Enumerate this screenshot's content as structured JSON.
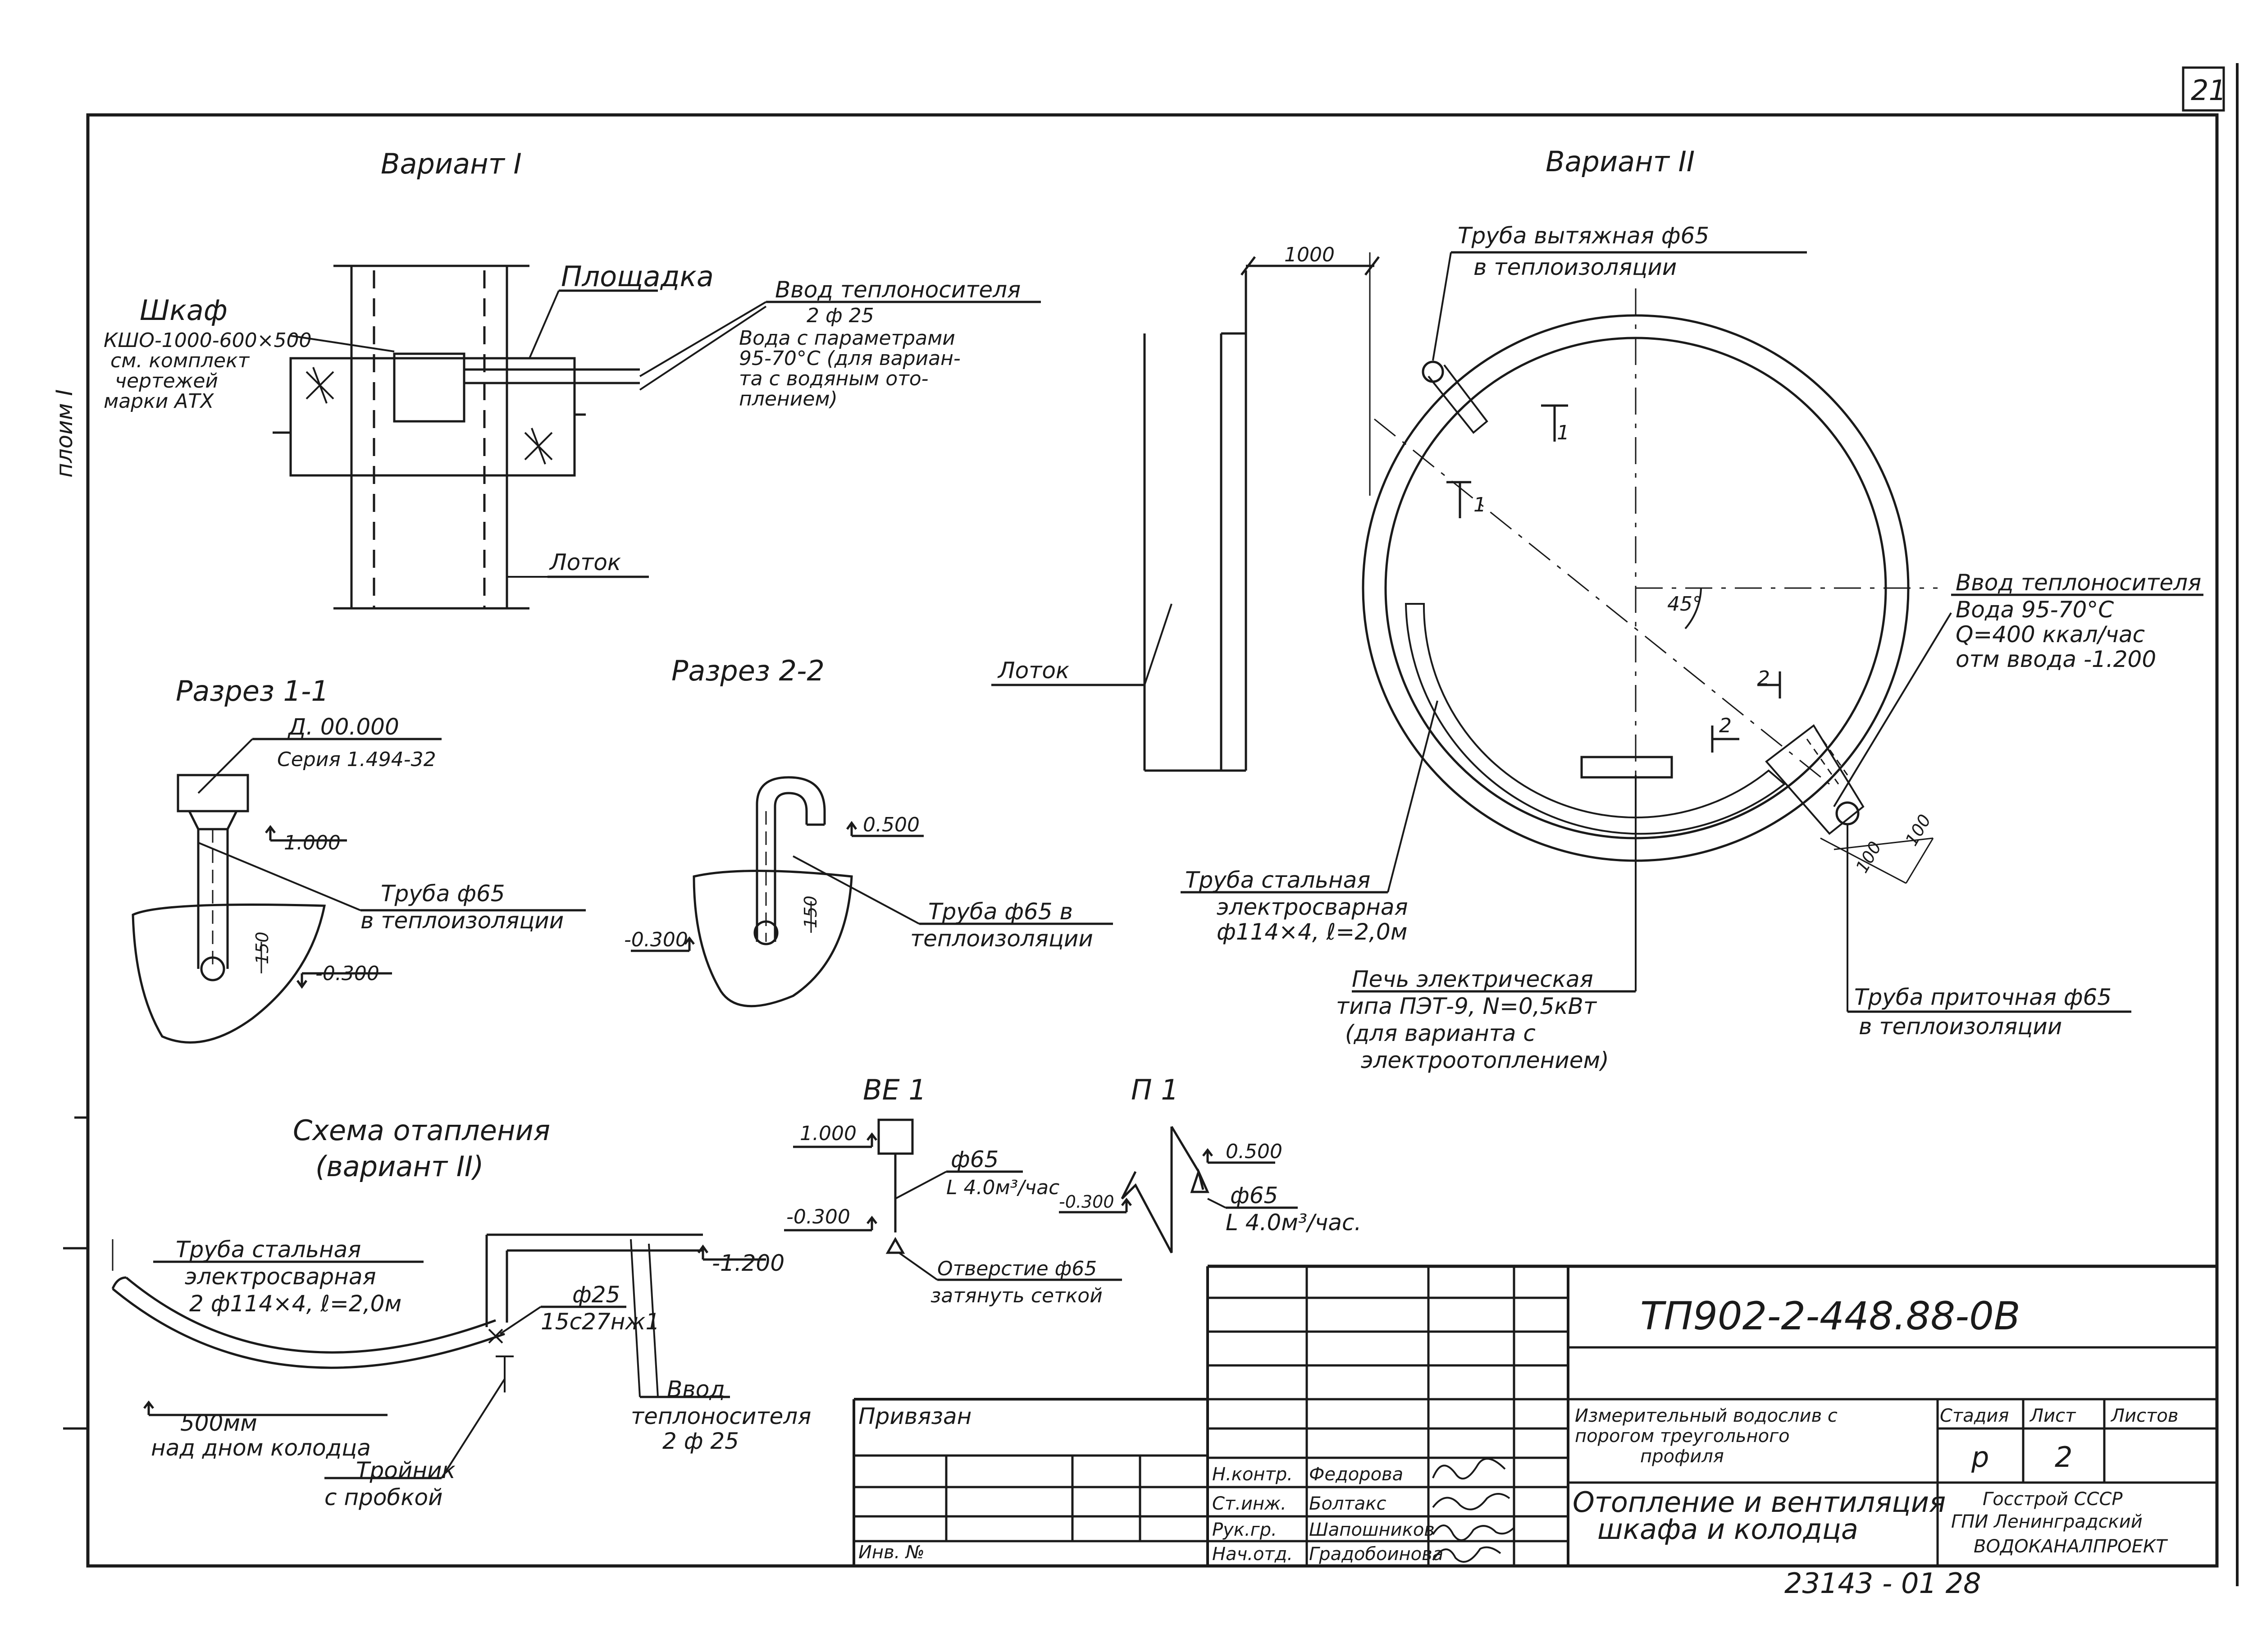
{
  "colors": {
    "ink": "#1a1a1a",
    "paper": "#ffffff"
  },
  "sheet": {
    "number": "21",
    "side_note": "плоим I",
    "bottom_number": "23143 - 01   28"
  },
  "variant1": {
    "title": "Вариант I",
    "shkaf": [
      "Шкаф",
      "КШО-1000-600×500",
      "см. комплект",
      "чертежей",
      "марки АТХ"
    ],
    "ploshadka": "Площадка",
    "lotok": "Лоток",
    "vvod": [
      "Ввод теплоносителя",
      "2 ф 25",
      "Вода с параметрами",
      "95-70°С (для вариан-",
      "та с водяным ото-",
      "плением)"
    ]
  },
  "razrez11": {
    "title": "Разрез 1-1",
    "label": "Д. 00.000",
    "seria": "Серия 1.494-32",
    "mark_top": "1.000",
    "mark_bottom": "-0.300",
    "dim": "150",
    "pipe": [
      "Труба ф65",
      "в теплоизоляции"
    ]
  },
  "razrez22": {
    "title": "Разрез 2-2",
    "mark_top": "0.500",
    "mark_bottom": "-0.300",
    "dim": "150",
    "pipe": [
      "Труба ф65 в",
      "теплоизоляции"
    ]
  },
  "variant2": {
    "title": "Вариант II",
    "dim_1000": "1000",
    "lotok": "Лоток",
    "exhaust": [
      "Труба вытяжная ф65",
      "в теплоизоляции"
    ],
    "angle": "45°",
    "cut1": "1",
    "cut2": "2",
    "vvod": [
      "Ввод теплоносителя",
      "Вода 95-70°С",
      "Q=400 ккал/час",
      "отм ввода -1.200"
    ],
    "steel_pipe": [
      "Труба стальная",
      "электросварная",
      "ф114×4, ℓ=2,0м"
    ],
    "oven": [
      "Печь электрическая",
      "типа ПЭТ-9, N=0,5кВт",
      "(для варианта с",
      "электроотоплением)"
    ],
    "supply": [
      "Труба приточная ф65",
      "в теплоизоляции"
    ],
    "dim_100a": "100",
    "dim_100b": "100"
  },
  "scheme": {
    "title": [
      "Схема отапления",
      "(вариант II)"
    ],
    "steel_pipe": [
      "Труба стальная",
      "электросварная",
      "2 ф114×4, ℓ=2,0м"
    ],
    "depth": [
      "500мм",
      "над дном колодца"
    ],
    "tee": [
      "Тройник",
      "с пробкой"
    ],
    "valve": [
      "ф25",
      "15с27нж1"
    ],
    "mark": "-1.200",
    "vvod": [
      "Ввод",
      "теплоносителя",
      "2 ф 25"
    ]
  },
  "be1": {
    "title": "ВЕ 1",
    "mark_top": "1.000",
    "mark_bottom": "-0.300",
    "pipe": "ф65",
    "flow": "L 4.0м³/час",
    "hole": [
      "Отверстие ф65",
      "затянуть сеткой"
    ]
  },
  "p1": {
    "title": "П 1",
    "mark_top": "0.500",
    "mark_bottom": "-0.300",
    "pipe": "ф65",
    "flow": "L 4.0м³/час."
  },
  "titleblock": {
    "code": "ТП902-2-448.88-0В",
    "privyazan": "Привязан",
    "inv": "Инв. №",
    "title1": [
      "Измерительный водослив с",
      "порогом треугольного",
      "профиля"
    ],
    "title2": [
      "Отопление и вентиляция",
      "шкафа и колодца"
    ],
    "col_stage": "Стадия",
    "col_sheet": "Лист",
    "col_sheets": "Листов",
    "stage": "р",
    "sheet": "2",
    "org": [
      "Госстрой СССР",
      "ГПИ Ленинградский",
      "ВОДОКАНАЛПРОЕКТ"
    ],
    "roles": [
      {
        "role": "Н.контр.",
        "name": "Федорова"
      },
      {
        "role": "Ст.инж.",
        "name": "Болтакс"
      },
      {
        "role": "Рук.гр.",
        "name": "Шапошников"
      },
      {
        "role": "Нач.отд.",
        "name": "Градобоинова"
      }
    ]
  }
}
